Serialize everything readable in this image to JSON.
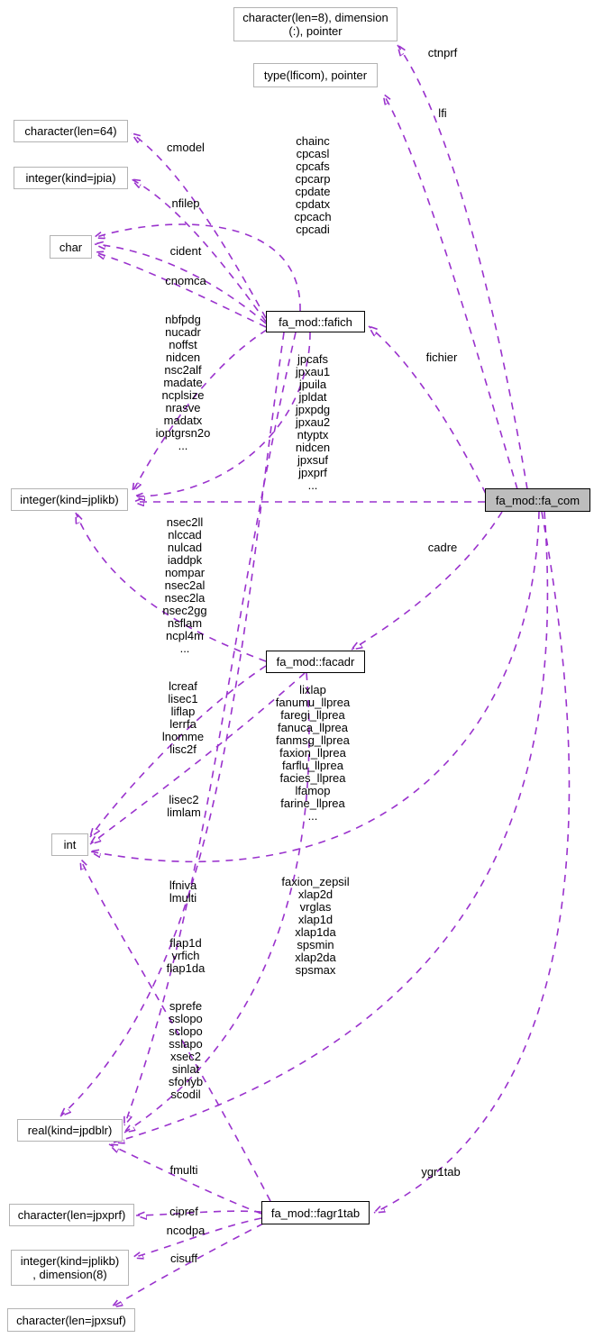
{
  "diagram": {
    "title": "fa_mod::fa_com collaboration graph",
    "colors": {
      "edge": "#9a32cd",
      "type_node_border": "#b3b3b3",
      "class_node_border": "#000000",
      "main_node_fill": "#bdbdbd",
      "background": "#ffffff",
      "text": "#000000"
    },
    "nodes": [
      {
        "id": "char8-dim-ptr",
        "label": "character(len=8), dimension\n(:), pointer"
      },
      {
        "id": "type-lficom-ptr",
        "label": "type(lficom), pointer"
      },
      {
        "id": "character-len64",
        "label": "character(len=64)"
      },
      {
        "id": "integer-jpia",
        "label": "integer(kind=jpia)"
      },
      {
        "id": "char",
        "label": "char"
      },
      {
        "id": "fa-mod-fafich",
        "label": "fa_mod::fafich"
      },
      {
        "id": "integer-jplikb",
        "label": "integer(kind=jplikb)"
      },
      {
        "id": "fa-mod-fa-com",
        "label": "fa_mod::fa_com"
      },
      {
        "id": "fa-mod-facadr",
        "label": "fa_mod::facadr"
      },
      {
        "id": "int",
        "label": "int"
      },
      {
        "id": "real-jpdblr",
        "label": "real(kind=jpdblr)"
      },
      {
        "id": "character-jpxprf",
        "label": "character(len=jpxprf)"
      },
      {
        "id": "integer-jplikb-dim8",
        "label": "integer(kind=jplikb)\n, dimension(8)"
      },
      {
        "id": "character-jpxsuf",
        "label": "character(len=jpxsuf)"
      },
      {
        "id": "fa-mod-fagr1tab",
        "label": "fa_mod::fagr1tab"
      }
    ],
    "edge_labels": [
      {
        "id": "ctnprf",
        "text": "ctnprf"
      },
      {
        "id": "lfi",
        "text": "lfi"
      },
      {
        "id": "cmodel",
        "text": "cmodel"
      },
      {
        "id": "nfilep",
        "text": "nfilep"
      },
      {
        "id": "cident",
        "text": "cident"
      },
      {
        "id": "cnomca",
        "text": "cnomca"
      },
      {
        "id": "chainc-block",
        "text": "chainc\ncpcasl\ncpcafs\ncpcarp\ncpdate\ncpdatx\ncpcach\ncpcadi"
      },
      {
        "id": "nbfpdg-block",
        "text": "nbfpdg\nnucadr\nnoffst\nnidcen\nnsc2alf\nmadate\nncplsize\nnrasve\nmadatx\nioptgrsn2o\n..."
      },
      {
        "id": "jpcafs-block",
        "text": "jpcafs\njpxau1\njpuila\njpldat\njpxpdg\njpxau2\nntyptx\nnidcen\njpxsuf\njpxprf\n..."
      },
      {
        "id": "fichier",
        "text": "fichier"
      },
      {
        "id": "cadre",
        "text": "cadre"
      },
      {
        "id": "nsec2ll-block",
        "text": "nsec2ll\nnlccad\nnulcad\niaddpk\nnompar\nnsec2al\nnsec2la\nnsec2gg\nnsflam\nncpl4m\n..."
      },
      {
        "id": "lcreaf-block",
        "text": "lcreaf\nlisec1\nliflap\nlerrfa\nlnomme\nlisc2f"
      },
      {
        "id": "lixlap-block",
        "text": "lixlap\nfanumu_llprea\nfaregi_llprea\nfanuca_llprea\nfanmsg_llprea\nfaxion_llprea\nfarflu_llprea\nfacies_llprea\nlfamop\nfarine_llprea\n..."
      },
      {
        "id": "lisec2-block",
        "text": "lisec2\nlimlam"
      },
      {
        "id": "lfniva-block",
        "text": "lfniva\nlmulti"
      },
      {
        "id": "flap1d-block",
        "text": "flap1d\nvrfich\nflap1da"
      },
      {
        "id": "faxion-block",
        "text": "faxion_zepsil\nxlap2d\nvrglas\nxlap1d\nxlap1da\nspsmin\nxlap2da\nspsmax"
      },
      {
        "id": "sprefe-block",
        "text": "sprefe\nsslopo\nsclopo\nsslapo\nxsec2\nsinlat\nsfohyb\nscodil"
      },
      {
        "id": "fmulti",
        "text": "fmulti"
      },
      {
        "id": "cipref",
        "text": "cipref"
      },
      {
        "id": "ncodpa",
        "text": "ncodpa"
      },
      {
        "id": "cisuff",
        "text": "cisuff"
      },
      {
        "id": "ygr1tab",
        "text": "ygr1tab"
      }
    ]
  }
}
